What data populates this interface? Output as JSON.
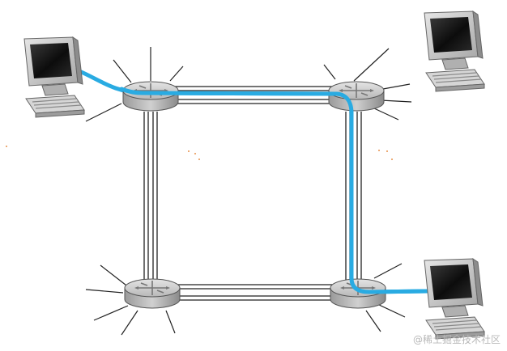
{
  "diagram": {
    "highlight_color": "#29abe2",
    "link_color": "#222222",
    "router_fill": "#c8c8c8",
    "monitor_dark": "#1a1a1a",
    "hosts": [
      "host-top-left",
      "host-top-right",
      "host-bottom-right"
    ],
    "routers": [
      "router-top-left",
      "router-top-right",
      "router-bottom-left",
      "router-bottom-right"
    ]
  },
  "watermark": "@稀土掘金技术社区"
}
